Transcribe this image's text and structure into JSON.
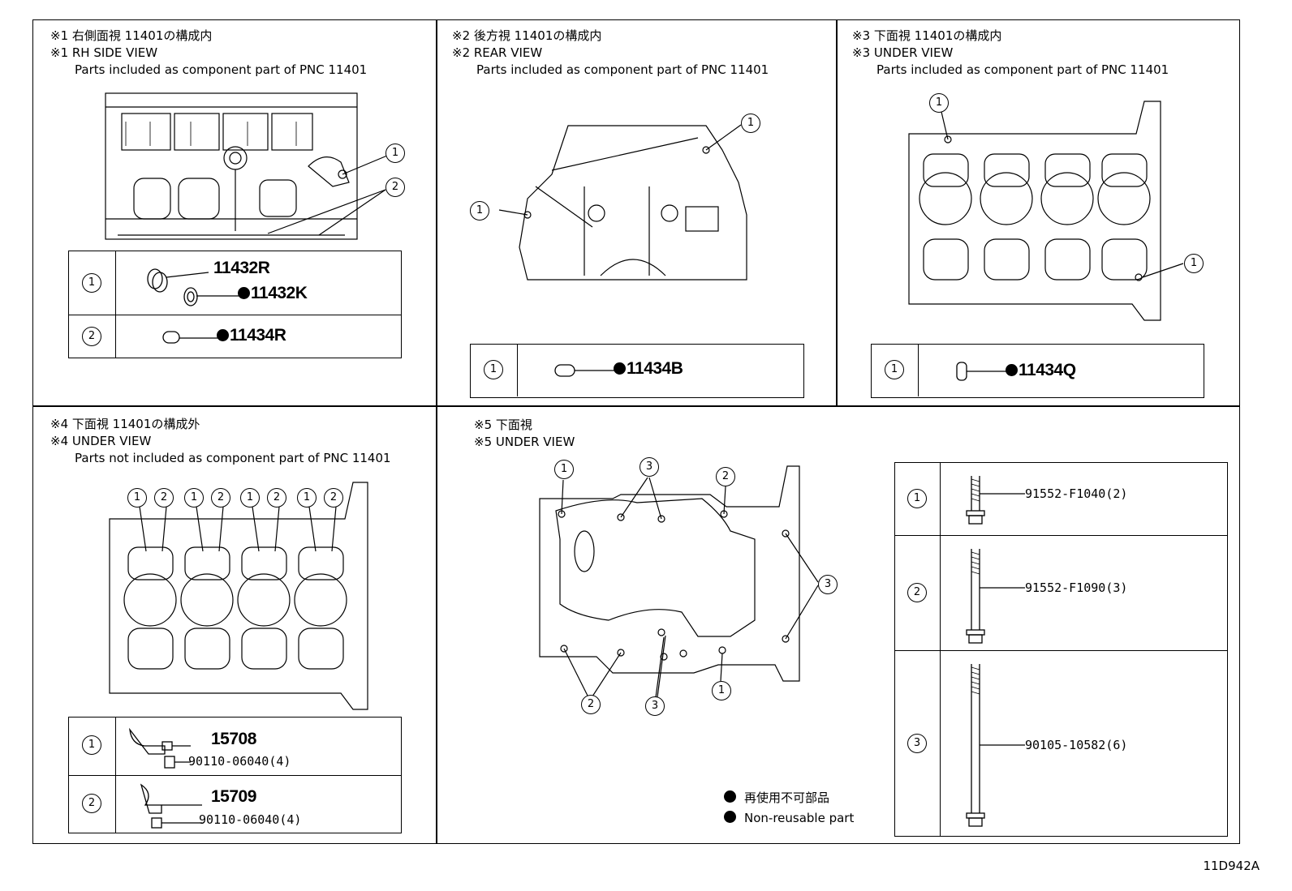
{
  "panels": [
    {
      "id": "rh",
      "title_jp": "※1 右側面視 11401の構成内",
      "title_en": "※1 RH SIDE VIEW",
      "note": "Parts included as component part of PNC 11401",
      "rows": [
        {
          "idx": "1",
          "parts": [
            {
              "label": "11432R",
              "nonreusable": false
            },
            {
              "label": "11432K",
              "nonreusable": true
            }
          ]
        },
        {
          "idx": "2",
          "parts": [
            {
              "label": "11434R",
              "nonreusable": true
            }
          ]
        }
      ],
      "callouts": [
        "1",
        "2"
      ]
    },
    {
      "id": "rear",
      "title_jp": "※2 後方視 11401の構成内",
      "title_en": "※2 REAR VIEW",
      "note": "Parts included as component part of PNC 11401",
      "rows": [
        {
          "idx": "1",
          "parts": [
            {
              "label": "11434B",
              "nonreusable": true
            }
          ]
        }
      ],
      "callouts": [
        "1",
        "1"
      ]
    },
    {
      "id": "under3",
      "title_jp": "※3 下面視 11401の構成内",
      "title_en": "※3 UNDER VIEW",
      "note": "Parts included as component part of PNC 11401",
      "rows": [
        {
          "idx": "1",
          "parts": [
            {
              "label": "11434Q",
              "nonreusable": true
            }
          ]
        }
      ],
      "callouts": [
        "1",
        "1"
      ]
    },
    {
      "id": "under4",
      "title_jp": "※4 下面視 11401の構成外",
      "title_en": "※4 UNDER VIEW",
      "note": "Parts not included as component part of PNC 11401",
      "rows": [
        {
          "idx": "1",
          "parts": [
            {
              "label": "15708"
            },
            {
              "label": "90110-06040(4)"
            }
          ]
        },
        {
          "idx": "2",
          "parts": [
            {
              "label": "15709"
            },
            {
              "label": "90110-06040(4)"
            }
          ]
        }
      ],
      "callouts": [
        "1",
        "2",
        "1",
        "2",
        "1",
        "2",
        "1",
        "2"
      ]
    },
    {
      "id": "under5",
      "title_jp": "※5 下面視",
      "title_en": "※5 UNDER VIEW",
      "rows": [
        {
          "idx": "1",
          "parts": [
            {
              "label": "91552-F1040(2)"
            }
          ]
        },
        {
          "idx": "2",
          "parts": [
            {
              "label": "91552-F1090(3)"
            }
          ]
        },
        {
          "idx": "3",
          "parts": [
            {
              "label": "90105-10582(6)"
            }
          ]
        }
      ],
      "callouts": [
        "1",
        "3",
        "2",
        "3",
        "2",
        "3",
        "1"
      ]
    }
  ],
  "legend": {
    "jp": "再使用不可部品",
    "en": "Non-reusable part"
  },
  "footer_code": "11D942A"
}
